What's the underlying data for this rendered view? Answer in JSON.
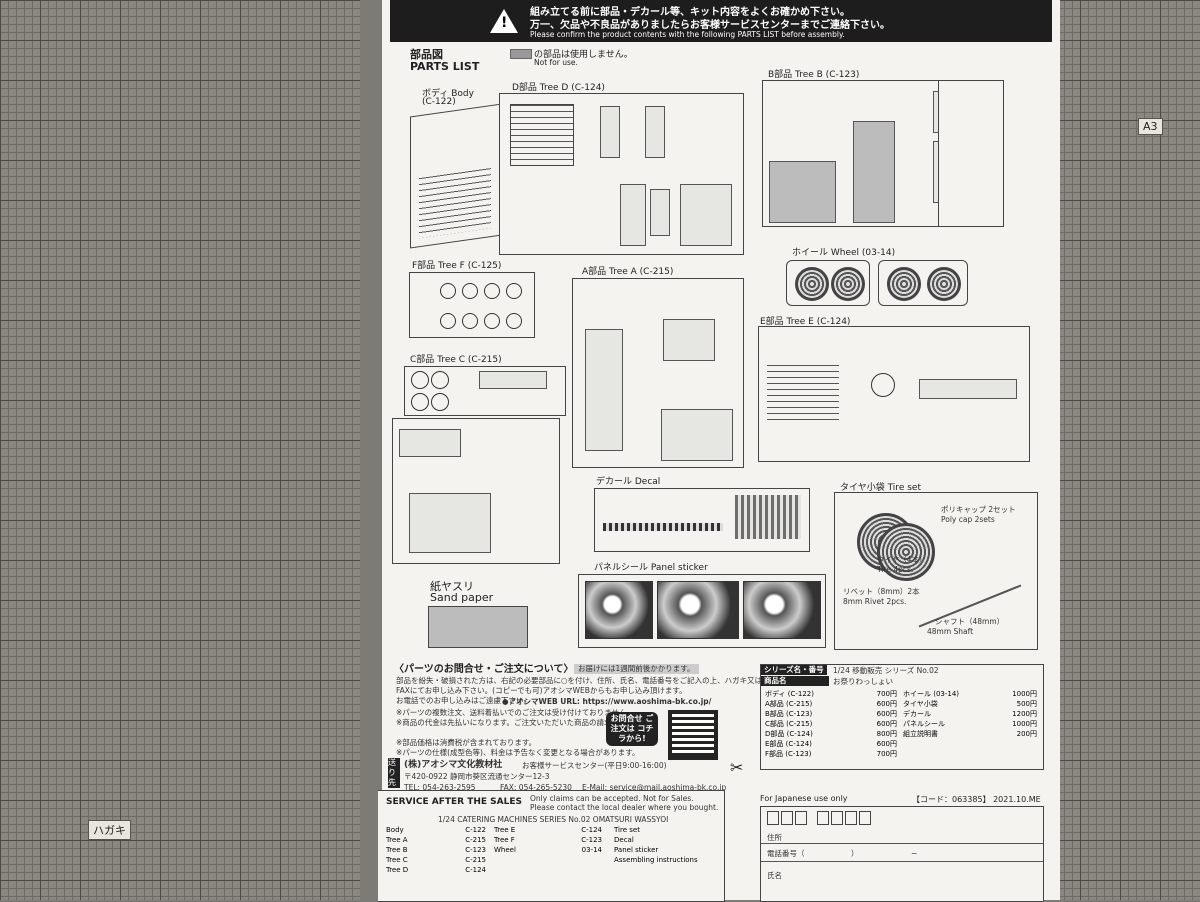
{
  "background": {
    "tab_a3": "A3",
    "tab_hagaki": "ハガキ"
  },
  "banner": {
    "line1": "組み立てる前に部品・デカール等、キット内容をよくお確かめ下さい。",
    "line2": "万一、欠品や不良品がありましたらお客様サービスセンターまでご連絡下さい。",
    "line3": "Please confirm the product contents with the following PARTS LIST before assembly."
  },
  "parts_list": {
    "title_ja": "部品図",
    "title_en": "PARTS LIST",
    "notuse_ja": "の部品は使用しません。",
    "notuse_en": "Not for use."
  },
  "trees": {
    "body": "ボディ Body",
    "body_code": "(C-122)",
    "tree_d": "D部品 Tree D (C-124)",
    "tree_b": "B部品 Tree B (C-123)",
    "wheel": "ホイール Wheel (03-14)",
    "tree_f": "F部品 Tree F (C-125)",
    "tree_a": "A部品 Tree A (C-215)",
    "tree_e": "E部品 Tree E (C-124)",
    "tree_c": "C部品 Tree C (C-215)",
    "decal": "デカール Decal",
    "tireset": "タイヤ小袋 Tire set",
    "sandpaper_ja": "紙ヤスリ",
    "sandpaper_en": "Sand paper",
    "panel": "パネルシール Panel sticker"
  },
  "tireset": {
    "polycap_ja": "ポリキャップ 2セット",
    "polycap_en": "Poly cap 2sets",
    "tire_ja": "タイヤ（4本）",
    "tire_en": "Tire 4pcs.",
    "rivet_ja": "リベット（8mm）2本",
    "rivet_en": "8mm Rivet 2pcs.",
    "shaft_ja": "シャフト（48mm）",
    "shaft_en": "48mm Shaft"
  },
  "inquiry": {
    "title": "〈パーツのお問合せ・ご注文について〉",
    "delivery": "お届けには1週間前後かかります。",
    "body1": "部品を紛失・破損された方は、右記の必要部品に○を付け、住所、氏名、電話番号をご記入の上、ハガキ又は",
    "body2": "FAXにてお申し込み下さい。(コピーでも可)アオシマWEBからもお申し込み頂けます。",
    "body3": "お電話でのお申し込みはご遠慮下さい。",
    "web": "●アオシマWEB URL: https://www.aoshima-bk.co.jp/",
    "note1": "※パーツの複数注文、送料着払いでのご注文は受け付けておりません。",
    "note2": "※商品の代金は先払いになります。ご注文いただいた商品の請求明細",
    "note3": "※部品価格は消費税が含まれております。",
    "note4": "※パーツの仕様(成型色等)、料金は予告なく変更となる場合があります。",
    "badge": "お問合せ ご注文は コチラから!",
    "company": "(株)アオシマ文化教材社",
    "center": "お客様サービスセンター(平日9:00-16:00)",
    "address": "〒420-0922 静岡市葵区流通センター12-3",
    "tel": "TEL: 054-263-2595",
    "fax": "FAX: 054-265-5230",
    "email": "E-Mail: service@mail.aoshima-bk.co.jp",
    "stamp": "送り先"
  },
  "series": {
    "label": "シリーズ名・番号",
    "value": "1/24 移動販売 シリーズ No.02",
    "name_label": "商品名",
    "name_value": "お祭りわっしょい"
  },
  "prices_left": [
    {
      "item": "ボディ (C-122)",
      "price": "700円"
    },
    {
      "item": "A部品 (C-215)",
      "price": "600円"
    },
    {
      "item": "B部品 (C-123)",
      "price": "600円"
    },
    {
      "item": "C部品 (C-215)",
      "price": "600円"
    },
    {
      "item": "D部品 (C-124)",
      "price": "800円"
    },
    {
      "item": "E部品 (C-124)",
      "price": "600円"
    },
    {
      "item": "F部品 (C-123)",
      "price": "700円"
    }
  ],
  "prices_right": [
    {
      "item": "ホイール (03-14)",
      "price": "1000円"
    },
    {
      "item": "タイヤ小袋",
      "price": "500円"
    },
    {
      "item": "デカール",
      "price": "1200円"
    },
    {
      "item": "パネルシール",
      "price": "1000円"
    },
    {
      "item": "組立説明書",
      "price": "200円"
    }
  ],
  "service": {
    "title": "SERVICE AFTER THE SALES",
    "note1": "Only claims can be accepted. Not for Sales.",
    "note2": "Please contact the local dealer where you bought.",
    "series": "1/24 CATERING MACHINES SERIES No.02 OMATSURI WASSYOI",
    "col1": [
      {
        "name": "Body",
        "code": "C-122"
      },
      {
        "name": "Tree A",
        "code": "C-215"
      },
      {
        "name": "Tree B",
        "code": "C-123"
      },
      {
        "name": "Tree C",
        "code": "C-215"
      },
      {
        "name": "Tree D",
        "code": "C-124"
      }
    ],
    "col2": [
      {
        "name": "Tree E",
        "code": "C-124"
      },
      {
        "name": "Tree F",
        "code": "C-123"
      },
      {
        "name": "Wheel",
        "code": "03-14"
      }
    ],
    "col3": [
      "Tire set",
      "Decal",
      "Panel sticker",
      "Assembling instructions"
    ]
  },
  "japan": {
    "title": "For Japanese use only",
    "code": "【コード：063385】 2021.10.ME",
    "address_label": "住所",
    "phone_label": "電話番号（",
    "phone_mid": "）",
    "phone_dash": "−",
    "name_label": "氏名"
  }
}
